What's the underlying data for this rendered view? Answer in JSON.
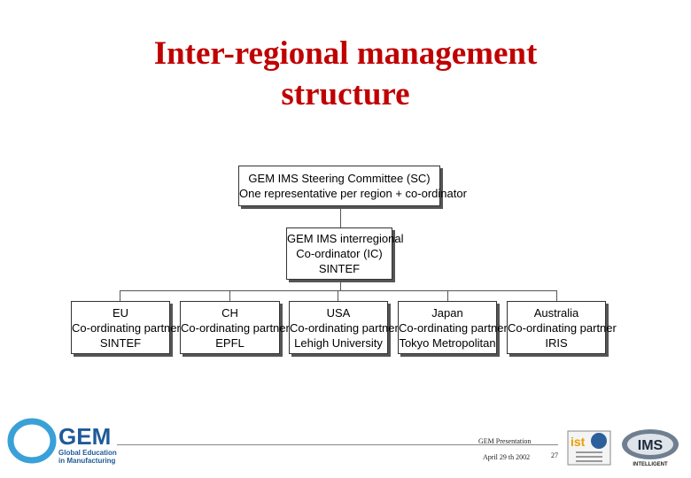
{
  "slide": {
    "title_line1": "Inter-regional management",
    "title_line2": "structure"
  },
  "org": {
    "steering": {
      "line1": "GEM IMS Steering Committee (SC)",
      "line2": "One representative per region + co-ordinator"
    },
    "coordinator": {
      "line1": "GEM IMS interregional",
      "line2": "Co-ordinator (IC)",
      "line3": "SINTEF"
    },
    "regions": [
      {
        "region": "EU",
        "role": "Co-ordinating partner",
        "org": "SINTEF"
      },
      {
        "region": "CH",
        "role": "Co-ordinating partner",
        "org": "EPFL"
      },
      {
        "region": "USA",
        "role": "Co-ordinating partner",
        "org": "Lehigh University"
      },
      {
        "region": "Japan",
        "role": "Co-ordinating partner",
        "org": "Tokyo Metropolitan"
      },
      {
        "region": "Australia",
        "role": "Co-ordinating partner",
        "org": "IRIS"
      }
    ]
  },
  "footer": {
    "presentation": "GEM Presentation",
    "date": "April 29 th 2002",
    "page": "27",
    "gem_logo": {
      "word": "GEM",
      "line1": "Global Education",
      "line2": "in Manufacturing",
      "color_main": "#1f5a99",
      "color_ring": "#3aa0d8"
    },
    "ist_logo": {
      "word": "ist"
    },
    "ims_logo": {
      "word": "IMS",
      "caption": "INTELLIGENT"
    }
  }
}
